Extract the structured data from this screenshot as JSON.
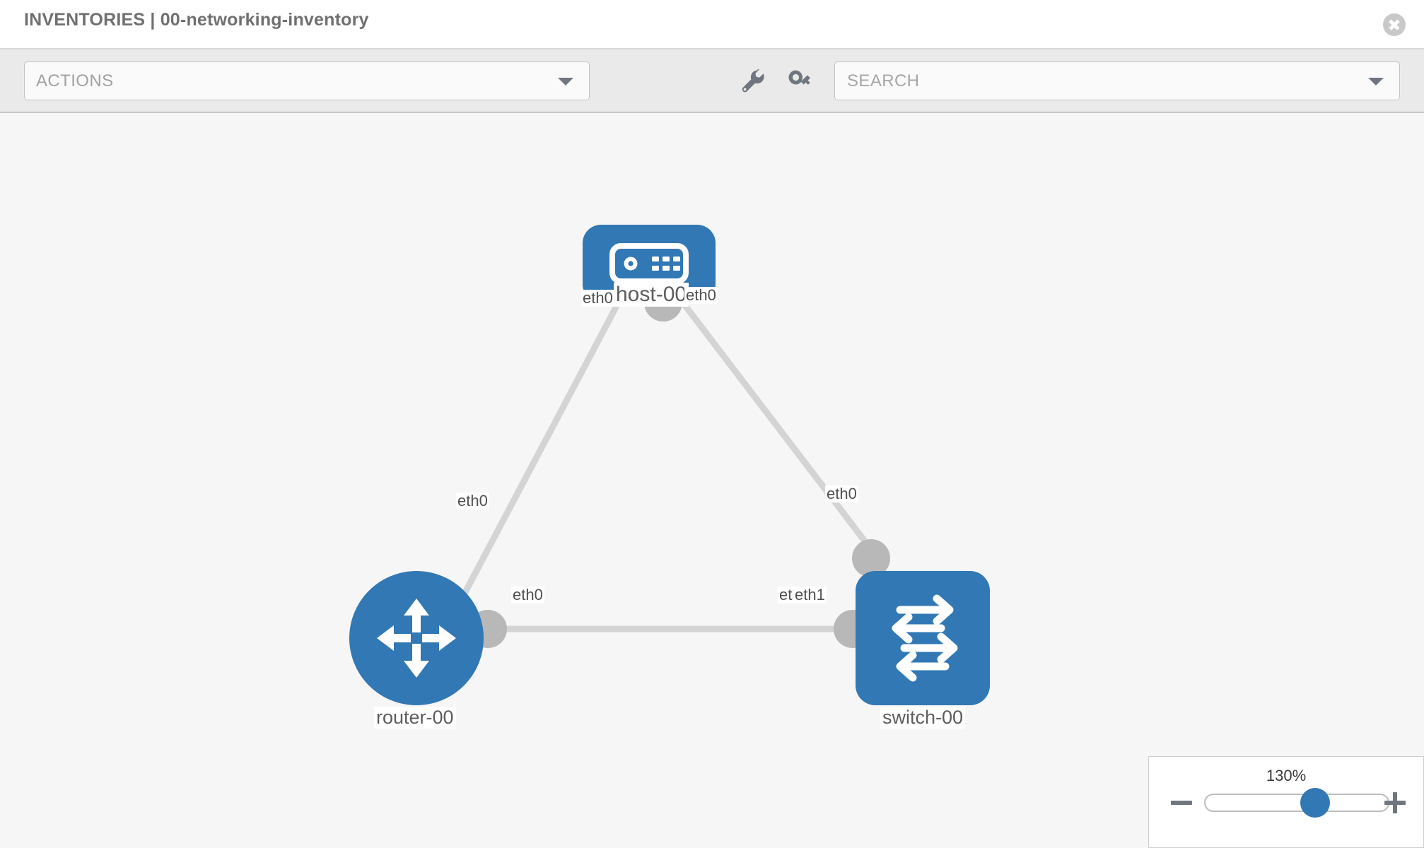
{
  "header": {
    "title": "INVENTORIES | 00-networking-inventory",
    "close_icon": "close-circle-icon"
  },
  "toolbar": {
    "actions_label": "ACTIONS",
    "actions_caret_icon": "chevron-down-icon",
    "wrench_icon": "wrench-icon",
    "key_icon": "key-icon",
    "search_placeholder": "SEARCH",
    "search_value": "",
    "search_caret_icon": "chevron-down-icon"
  },
  "topology": {
    "nodes": [
      {
        "id": "host-00",
        "label": "host-00",
        "type": "host",
        "icon": "server-device-icon",
        "color": "#3178b5"
      },
      {
        "id": "router-00",
        "label": "router-00",
        "type": "router",
        "icon": "router-arrows-icon",
        "color": "#3178b5"
      },
      {
        "id": "switch-00",
        "label": "switch-00",
        "type": "switch",
        "icon": "switch-arrows-icon",
        "color": "#3178b5"
      }
    ],
    "links": [
      {
        "from": "host-00",
        "to": "router-00",
        "from_iface": "eth0",
        "to_iface": "eth0"
      },
      {
        "from": "host-00",
        "to": "switch-00",
        "from_iface": "eth0",
        "to_iface": "eth0"
      },
      {
        "from": "router-00",
        "to": "switch-00",
        "from_iface": "eth0",
        "to_iface": "eth1"
      }
    ],
    "edge_labels": {
      "host_left": "eth0",
      "host_right": "eth0",
      "router_up": "eth0",
      "switch_up": "eth0",
      "router_right": "eth0",
      "switch_left_under": "eth0",
      "switch_left": "eth1"
    },
    "link_color": "#d4d4d4",
    "iface_color": "#b8b8b8"
  },
  "zoom_control": {
    "value": "130%",
    "minus_icon": "minus-icon",
    "plus_icon": "plus-icon",
    "thumb_position_percent": 60
  }
}
